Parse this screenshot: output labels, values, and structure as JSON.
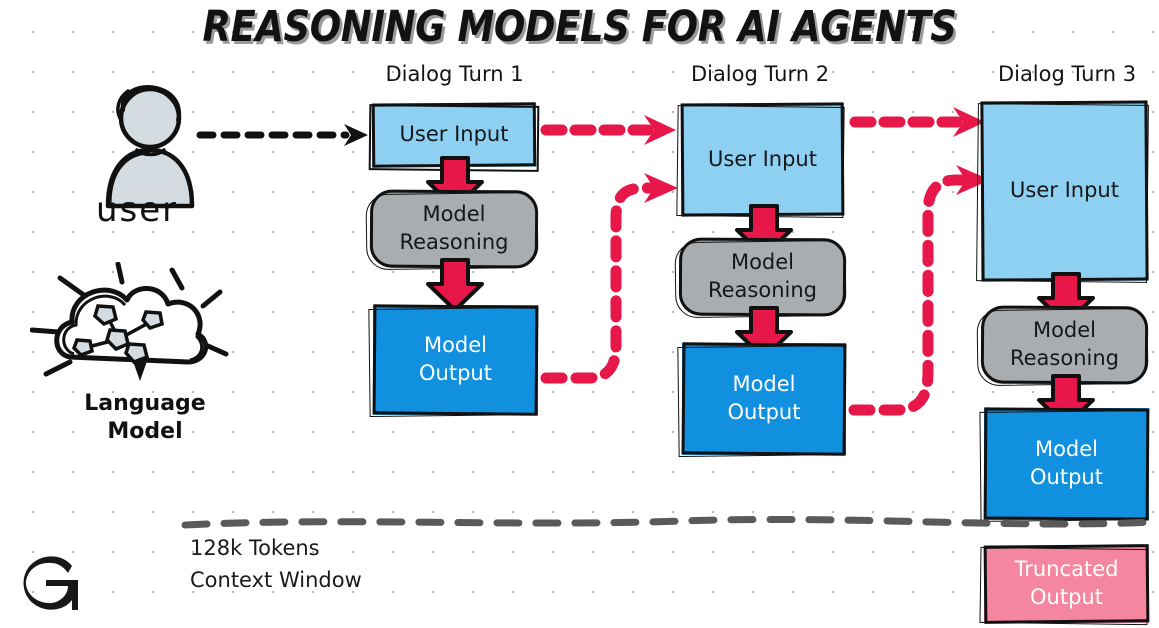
{
  "title": "REASONING MODELS FOR AI AGENTS",
  "actors": {
    "user": {
      "label": "user",
      "icon": "user-avatar-icon"
    },
    "model": {
      "label_line1": "Language",
      "label_line2": "Model",
      "icon": "neural-cloud-icon"
    }
  },
  "columns": [
    {
      "header": "Dialog Turn 1",
      "blocks": [
        {
          "kind": "user_input",
          "label": "User Input"
        },
        {
          "kind": "model_reasoning",
          "label_line1": "Model",
          "label_line2": "Reasoning"
        },
        {
          "kind": "model_output",
          "label_line1": "Model",
          "label_line2": "Output"
        }
      ]
    },
    {
      "header": "Dialog Turn 2",
      "blocks": [
        {
          "kind": "user_input",
          "label": "User Input"
        },
        {
          "kind": "model_reasoning",
          "label_line1": "Model",
          "label_line2": "Reasoning"
        },
        {
          "kind": "model_output",
          "label_line1": "Model",
          "label_line2": "Output"
        }
      ]
    },
    {
      "header": "Dialog Turn 3",
      "blocks": [
        {
          "kind": "user_input",
          "label": "User Input"
        },
        {
          "kind": "model_reasoning",
          "label_line1": "Model",
          "label_line2": "Reasoning"
        },
        {
          "kind": "model_output",
          "label_line1": "Model",
          "label_line2": "Output"
        },
        {
          "kind": "truncated_output",
          "label_line1": "Truncated",
          "label_line2": "Output"
        }
      ]
    }
  ],
  "context_window": {
    "line1": "128k Tokens",
    "line2": "Context Window"
  },
  "logo": {
    "letter": "G",
    "name": "brand-logo-g"
  },
  "colors": {
    "user_input": "#8ed0f2",
    "model_output": "#1190df",
    "model_reasoning": "#a9adb0",
    "truncated_output": "#f4879f",
    "arrow_pink": "#e8174a",
    "arrow_black": "#111111",
    "context_line": "#5a5a5a",
    "stroke": "#111111",
    "grid_dot": "#b8b8b8",
    "avatar_fill": "#d4dce2",
    "background": "#ffffff"
  }
}
